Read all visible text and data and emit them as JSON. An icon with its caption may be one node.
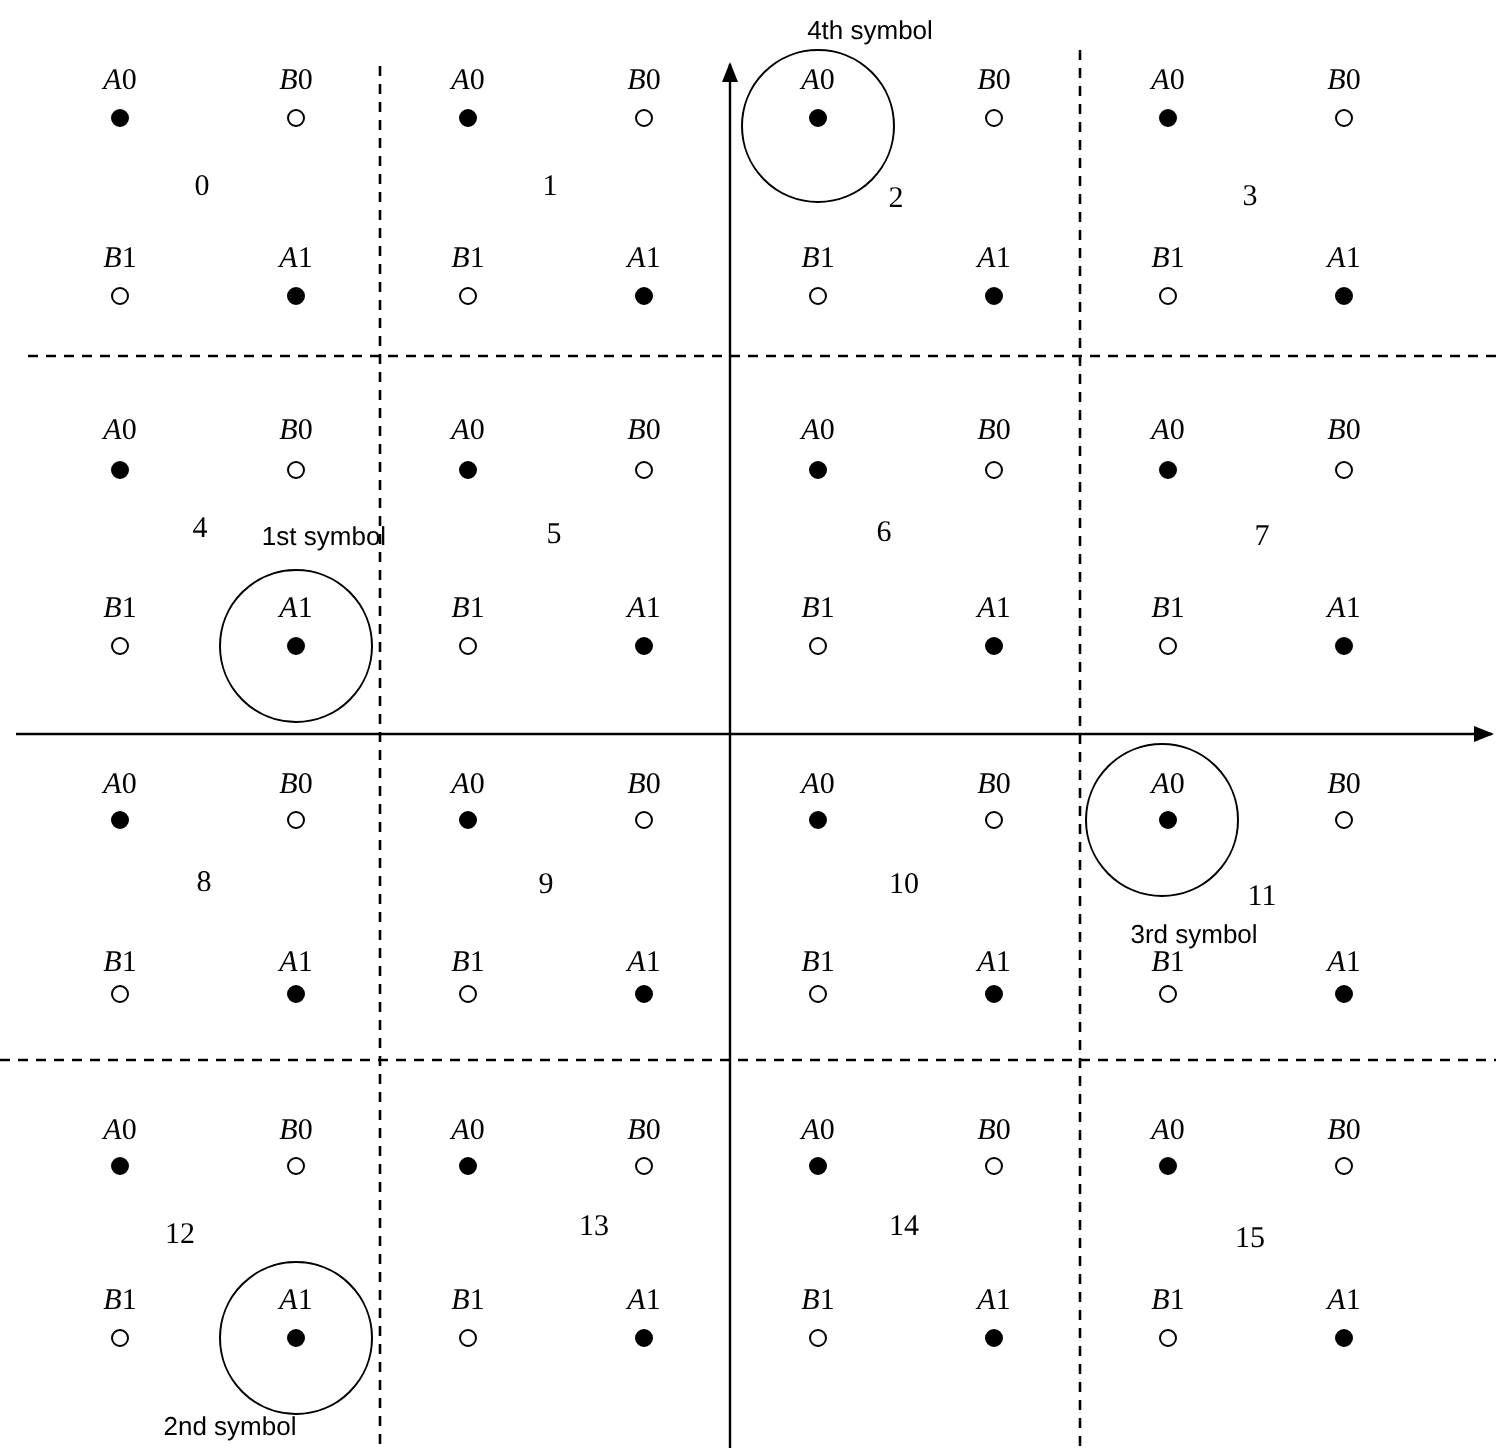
{
  "diagram": {
    "labels": [
      "4th symbol",
      "A0",
      "B0",
      "A0",
      "B0",
      "A0",
      "B0",
      "A0",
      "B0",
      "0",
      "1",
      "2",
      "3",
      "B1",
      "A1",
      "B1",
      "A1",
      "B1",
      "A1",
      "B1",
      "A1",
      "A0",
      "B0",
      "A0",
      "B0",
      "A0",
      "B0",
      "A0",
      "B0",
      "4",
      "1st symbol",
      "5",
      "6",
      "7",
      "B1",
      "A1",
      "B1",
      "A1",
      "B1",
      "A1",
      "B1",
      "A1",
      "A0",
      "B0",
      "A0",
      "B0",
      "A0",
      "B0",
      "A0",
      "B0",
      "8",
      "9",
      "10",
      "11",
      "3rd symbol",
      "B1",
      "A1",
      "B1",
      "A1",
      "B1",
      "A1",
      "B1",
      "A1",
      "A0",
      "B0",
      "A0",
      "B0",
      "A0",
      "B0",
      "A0",
      "B0",
      "12",
      "13",
      "14",
      "15",
      "B1",
      "A1",
      "B1",
      "A1",
      "B1",
      "A1",
      "B1",
      "A1",
      "2nd symbol"
    ]
  }
}
